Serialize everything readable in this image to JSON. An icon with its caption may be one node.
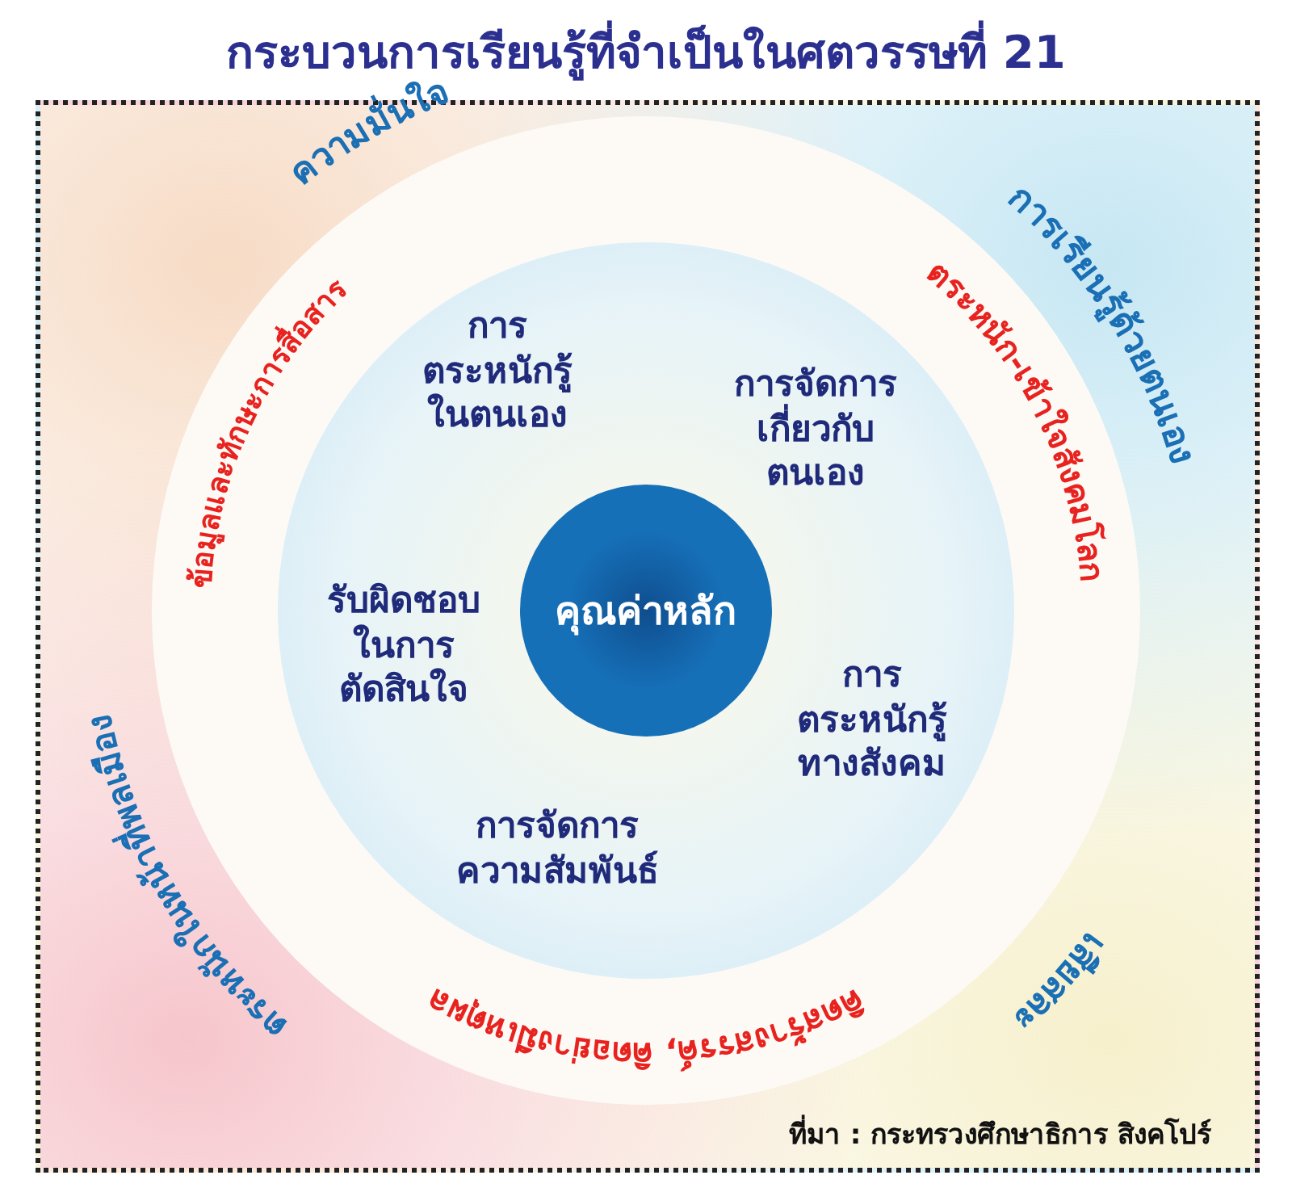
{
  "diagram": {
    "title": "กระบวนการเรียนรู้ที่จำเป็นในศตวรรษที่ 21",
    "nodes": [
      {
        "text": [
          "ความมั่นใจ"
        ]
      },
      {
        "text": [
          "การเรียนรู้ด้วยตนเอง"
        ]
      },
      {
        "text": [
          "เสียสละ"
        ]
      },
      {
        "text": [
          "ตระหนักในหน้าที่พลเมือง"
        ]
      },
      {
        "text": [
          "ข้อมูลและทักษะการสื่อสาร"
        ]
      },
      {
        "text": [
          "ตระหนัก-เข้าใจสังคมโลก"
        ]
      },
      {
        "text": [
          "คิดสร้างสรรค์, คิดอย่างมีเหตุผล"
        ]
      },
      {
        "text": [
          "การ ตระหนักรู้ ในตนเอง"
        ]
      },
      {
        "text": [
          "การจัดการ เกี่ยวกับ ตนเอง"
        ]
      },
      {
        "text": [
          "รับผิดชอบ ในการ ตัดสินใจ"
        ]
      },
      {
        "text": [
          "การ ตระหนักรู้ ทางสังคม"
        ]
      },
      {
        "text": [
          "การจัดการ ความสัมพันธ์"
        ]
      },
      {
        "text": [
          "คุณค่าหลัก"
        ]
      }
    ],
    "labels": [
      "ที่มา : กระทรวงศึกษาธิการ สิงคโปร์"
    ]
  }
}
